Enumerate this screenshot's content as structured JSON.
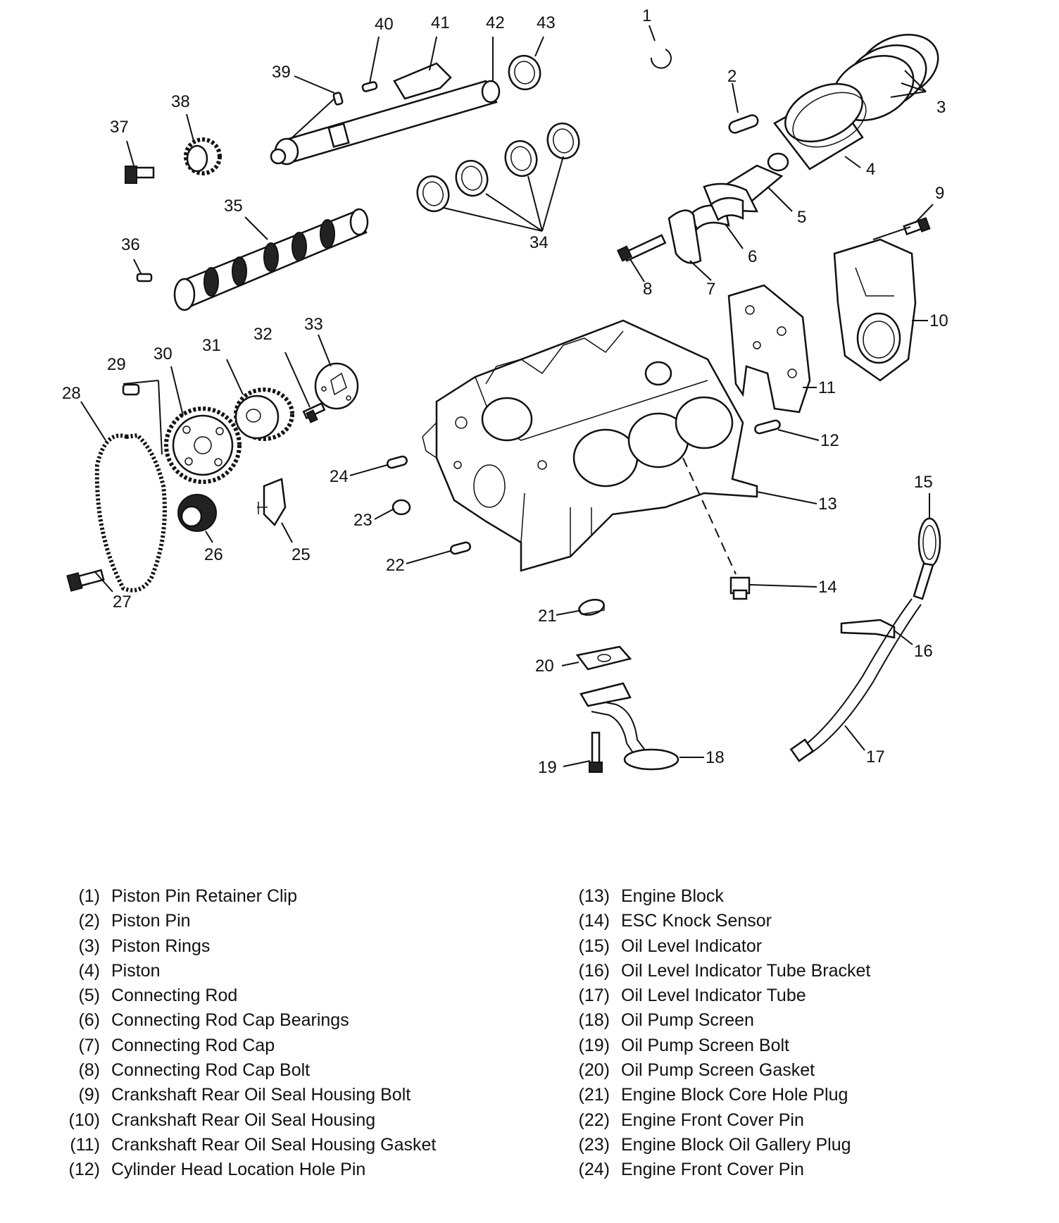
{
  "callout_numbers": [
    "1",
    "2",
    "3",
    "4",
    "5",
    "6",
    "7",
    "8",
    "9",
    "10",
    "11",
    "12",
    "13",
    "14",
    "15",
    "16",
    "17",
    "18",
    "19",
    "20",
    "21",
    "22",
    "23",
    "24",
    "25",
    "26",
    "27",
    "28",
    "29",
    "30",
    "31",
    "32",
    "33",
    "34",
    "35",
    "36",
    "37",
    "38",
    "39",
    "40",
    "41",
    "42",
    "43"
  ],
  "legend": [
    {
      "num": "(1)",
      "label": "Piston Pin Retainer Clip"
    },
    {
      "num": "(2)",
      "label": "Piston Pin"
    },
    {
      "num": "(3)",
      "label": "Piston Rings"
    },
    {
      "num": "(4)",
      "label": "Piston"
    },
    {
      "num": "(5)",
      "label": "Connecting Rod"
    },
    {
      "num": "(6)",
      "label": "Connecting Rod Cap Bearings"
    },
    {
      "num": "(7)",
      "label": "Connecting Rod Cap"
    },
    {
      "num": "(8)",
      "label": "Connecting Rod Cap Bolt"
    },
    {
      "num": "(9)",
      "label": "Crankshaft Rear Oil Seal Housing Bolt"
    },
    {
      "num": "(10)",
      "label": "Crankshaft Rear Oil Seal Housing"
    },
    {
      "num": "(11)",
      "label": "Crankshaft Rear Oil Seal Housing Gasket"
    },
    {
      "num": "(12)",
      "label": "Cylinder Head Location Hole Pin"
    },
    {
      "num": "(13)",
      "label": "Engine Block"
    },
    {
      "num": "(14)",
      "label": "ESC Knock Sensor"
    },
    {
      "num": "(15)",
      "label": "Oil Level Indicator"
    },
    {
      "num": "(16)",
      "label": "Oil Level Indicator Tube Bracket"
    },
    {
      "num": "(17)",
      "label": "Oil Level Indicator Tube"
    },
    {
      "num": "(18)",
      "label": "Oil Pump Screen"
    },
    {
      "num": "(19)",
      "label": "Oil Pump Screen Bolt"
    },
    {
      "num": "(20)",
      "label": "Oil Pump Screen Gasket"
    },
    {
      "num": "(21)",
      "label": "Engine Block Core Hole Plug"
    },
    {
      "num": "(22)",
      "label": "Engine Front Cover Pin"
    },
    {
      "num": "(23)",
      "label": "Engine Block Oil Gallery Plug"
    },
    {
      "num": "(24)",
      "label": "Engine Front Cover Pin"
    }
  ]
}
